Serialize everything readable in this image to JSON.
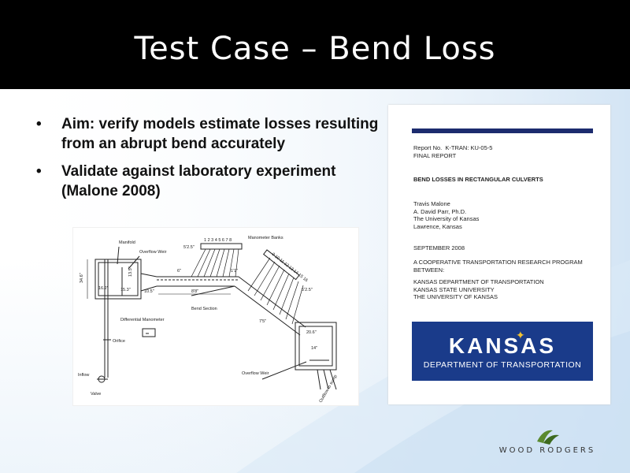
{
  "slide": {
    "title": "Test Case – Bend Loss",
    "bullets": [
      "Aim: verify models estimate losses resulting from an abrupt bend accurately",
      "Validate against laboratory experiment (Malone 2008)"
    ]
  },
  "diagram": {
    "labels": {
      "manifold": "Manifold",
      "overflow_weir_top": "Overflow Weir",
      "manometer_banks": "Manometer Banks",
      "differential_manometer": "Differential Manometer",
      "orifice": "Orifice",
      "inflow": "Inflow",
      "valve": "Valve",
      "bend_section": "Bend Section",
      "overflow_weir_bottom": "Overflow Weir",
      "outflow_to_sump": "Outflow to sump",
      "dim_5_2_5": "5'2.5\"",
      "dim_6": "6\"",
      "dim_1_1": "1'1\"",
      "dim_8_8": "8'8\"",
      "dim_34_6": "34.6\"",
      "dim_16_2": "16.2\"",
      "dim_13_5": "13.5\"",
      "dim_15_3": "15.3\"",
      "dim_10_5": "10.5\"",
      "dim_5_2_5b": "5'2.5\"",
      "dim_7_5": "7'5\"",
      "dim_20_6": "20.6\"",
      "dim_14": "14\"",
      "manometer_numbers_top": "1 2 3 4 5 6 7 8",
      "manometer_numbers_bend": "9 10 11 12 13 14 15 16"
    }
  },
  "report": {
    "report_no": "Report No.  K-TRAN: KU-05-5",
    "final_report": "FINAL REPORT",
    "title": "BEND LOSSES IN RECTANGULAR CULVERTS",
    "authors": "Travis Malone\nA. David Parr, Ph.D.\nThe University of Kansas\nLawrence, Kansas",
    "date": "SEPTEMBER 2008",
    "program": "A COOPERATIVE TRANSPORTATION RESEARCH PROGRAM\nBETWEEN:",
    "partners": "KANSAS DEPARTMENT OF TRANSPORTATION\nKANSAS STATE UNIVERSITY\nTHE UNIVERSITY OF KANSAS",
    "logo_main": "KANSAS",
    "logo_sub": "DEPARTMENT OF TRANSPORTATION"
  },
  "footer": {
    "company": "WOOD RODGERS",
    "colors": {
      "title_bar": "#000000",
      "kansas_blue": "#1a3b8a",
      "logo_green": "#5a8a2e"
    }
  }
}
